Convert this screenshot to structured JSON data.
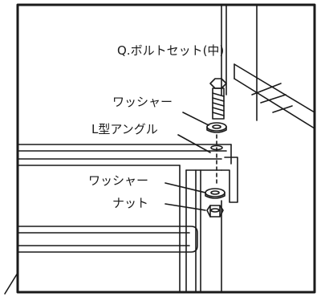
{
  "diagram": {
    "labels": {
      "bolt_set": "Q.ボルトセット(中)",
      "washer_top": "ワッシャー",
      "l_angle": "L型アングル",
      "washer_bottom": "ワッシャー",
      "nut": "ナット"
    },
    "colors": {
      "line": "#1a1a1a",
      "background": "#ffffff"
    }
  }
}
